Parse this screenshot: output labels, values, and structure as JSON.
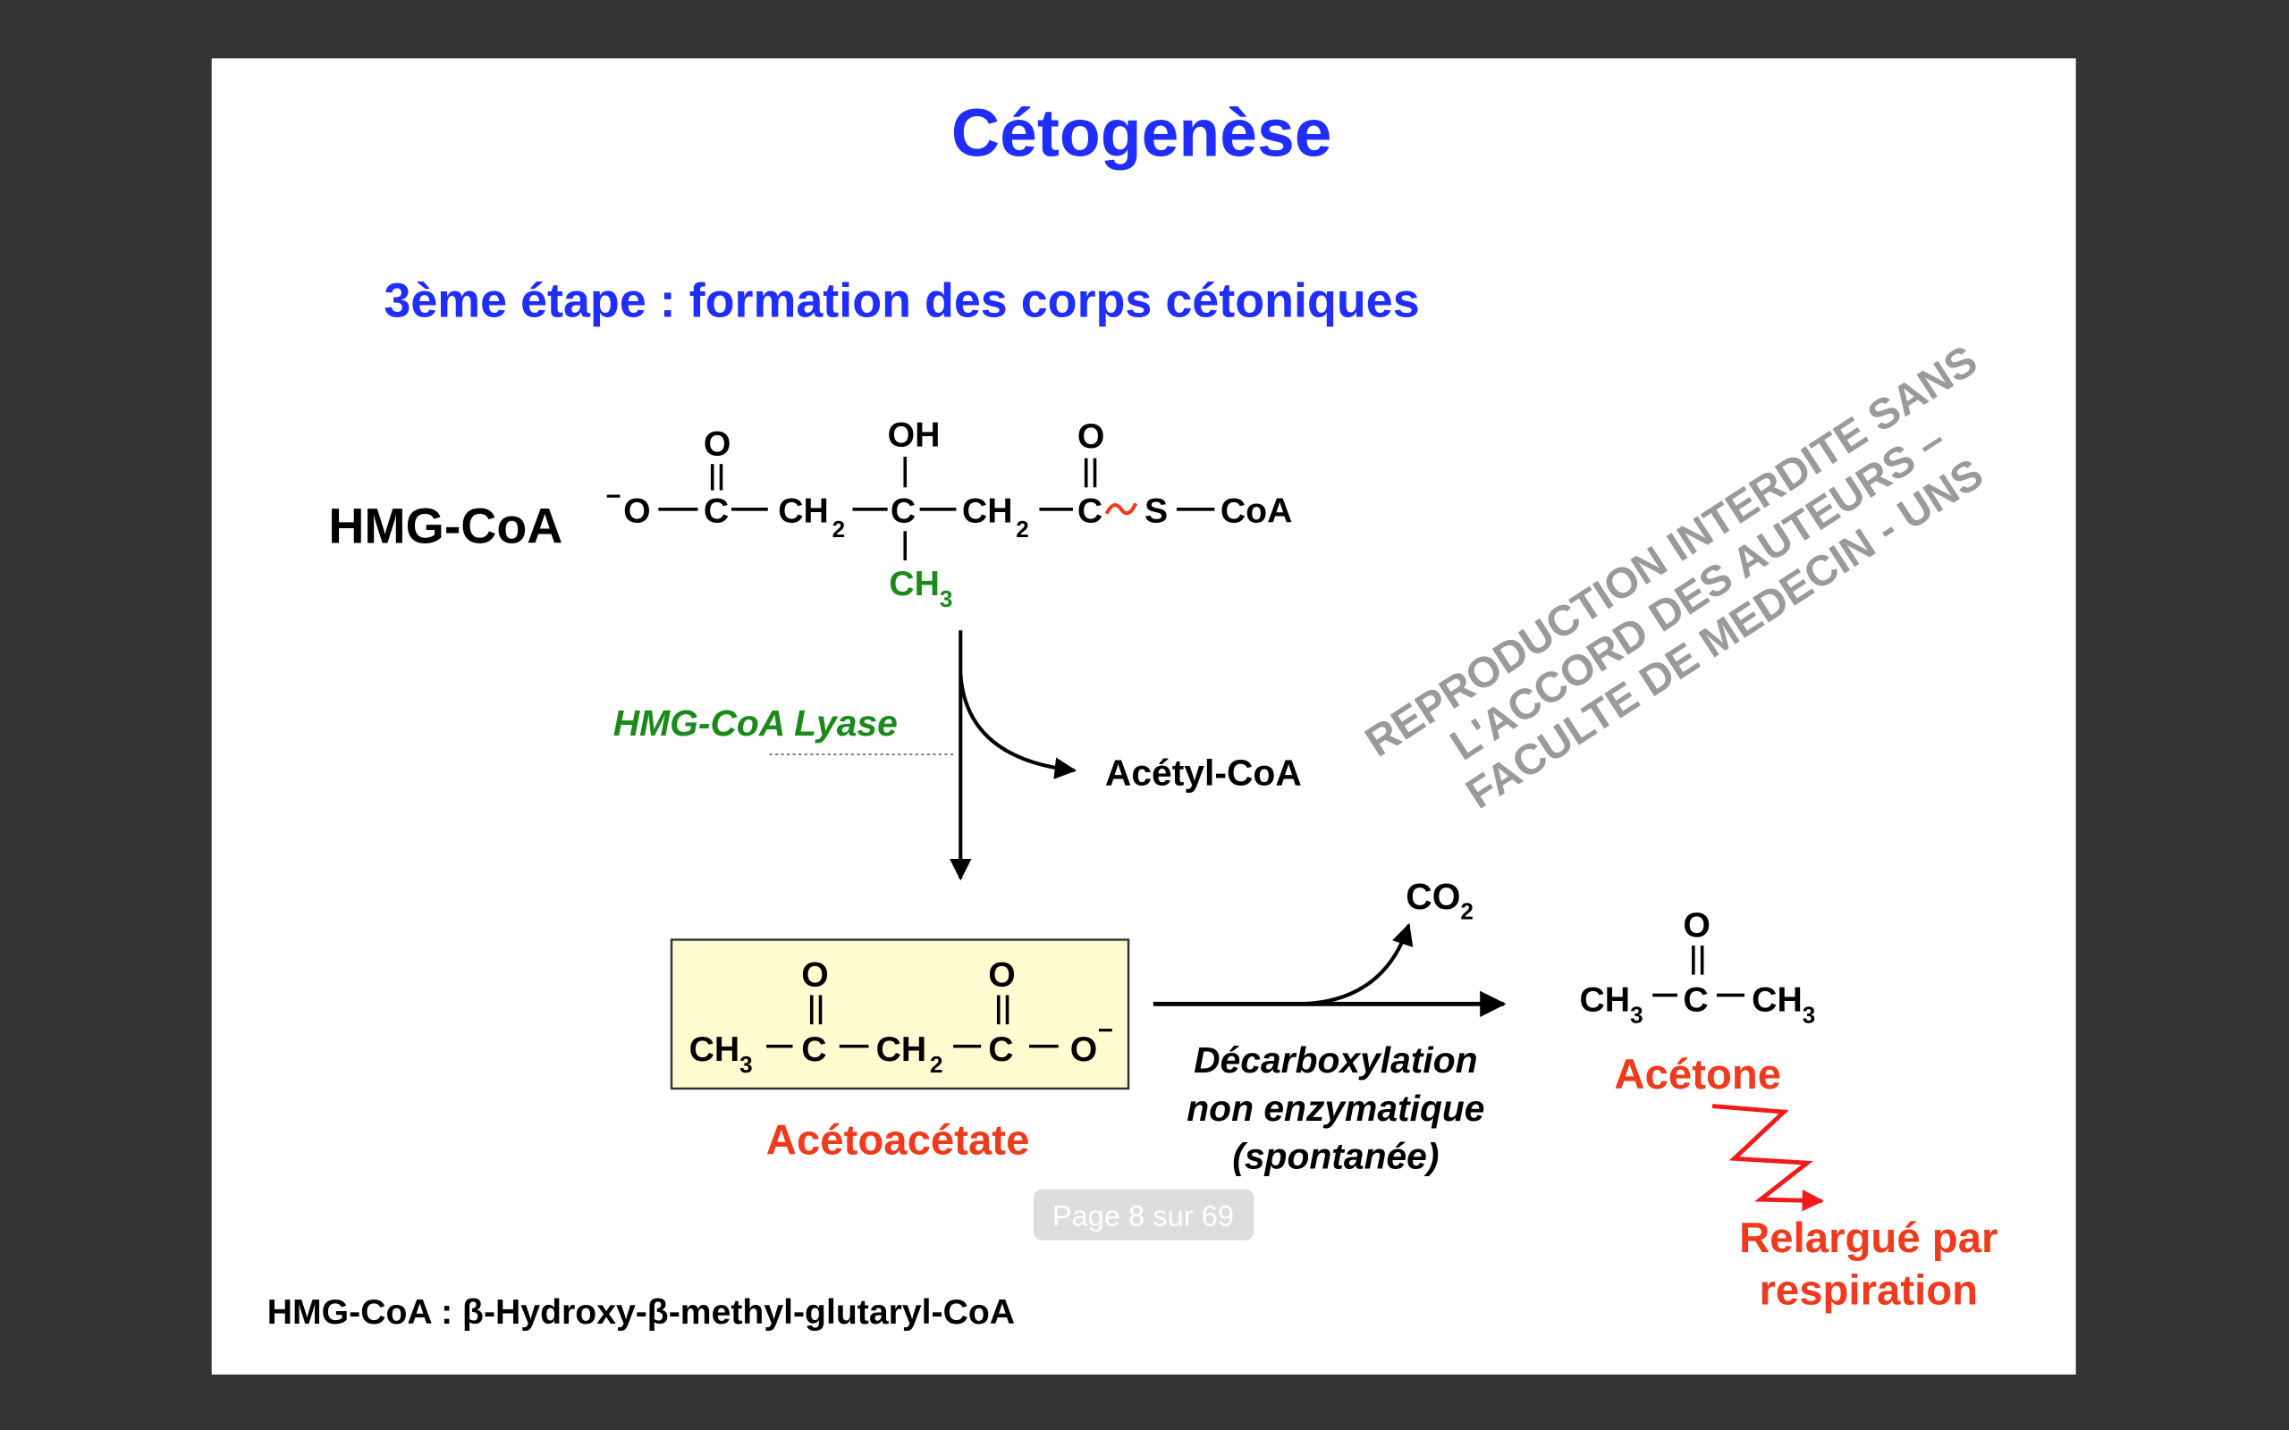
{
  "slide": {
    "title": "Cétogenèse",
    "subtitle": "3ème étape : formation des corps cétoniques",
    "watermark": "REPRODUCTION INTERDITE SANS L'ACCORD DES AUTEURS – FACULTE DE MEDECIN - UNS",
    "footnote": "HMG-CoA : β-Hydroxy-β-methyl-glutaryl-CoA"
  },
  "hmg": {
    "label": "HMG-CoA",
    "minus": "−",
    "o": "O",
    "c": "C",
    "ch": "CH",
    "two": "2",
    "three": "3",
    "oh": "OH",
    "s": "S",
    "coa": "CoA"
  },
  "lyase": {
    "enzyme": "HMG-CoA Lyase",
    "product": "Acétyl-CoA"
  },
  "acetoacetate": {
    "name": "Acétoacétate"
  },
  "decarbox": {
    "co": "CO",
    "line1": "Décarboxylation",
    "line2": "non enzymatique",
    "line3": "(spontanée)"
  },
  "acetone": {
    "name": "Acétone",
    "release1": "Relargué par",
    "release2": "respiration"
  },
  "viewer": {
    "page_indicator": "Page 8 sur 69"
  },
  "colors": {
    "title_blue": "#1f2dff",
    "red": "#f03a1e",
    "green": "#1a8a1a",
    "box_fill": "#fdfbd0"
  }
}
